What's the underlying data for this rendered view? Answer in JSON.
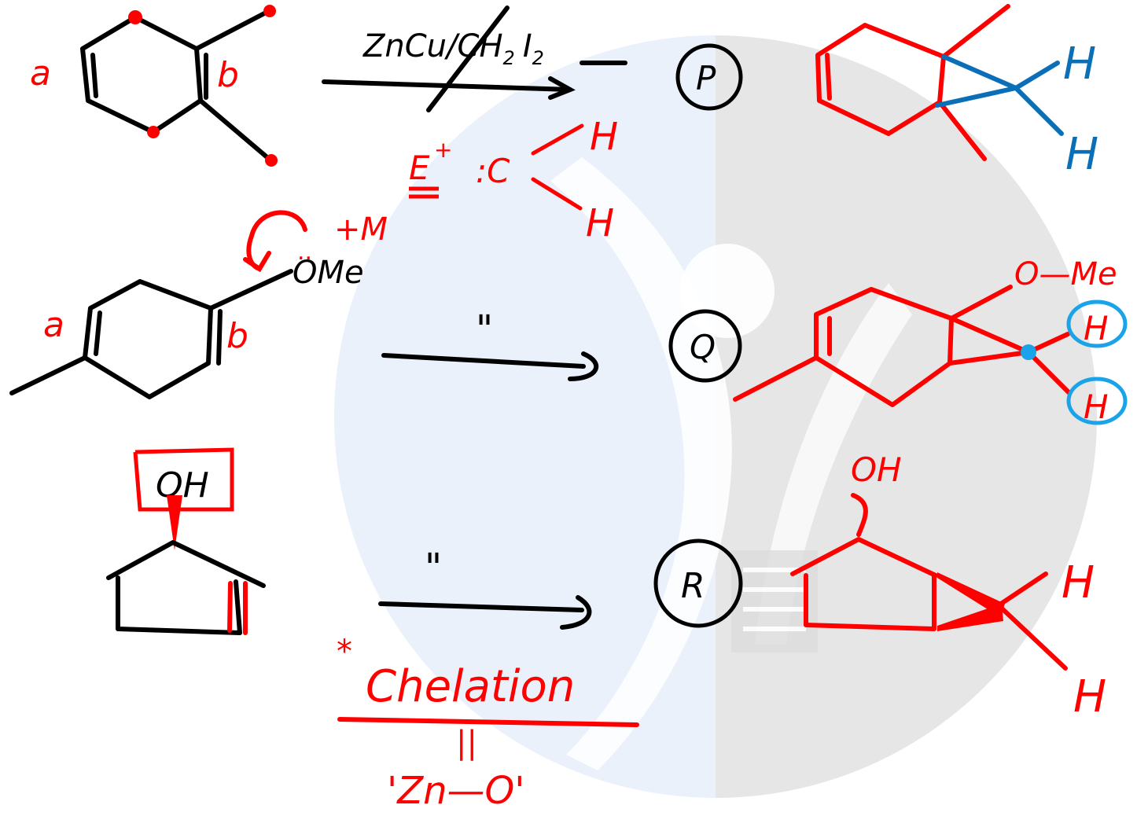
{
  "colors": {
    "ink_black": "#000000",
    "ink_red": "#ff0000",
    "ink_blue": "#0b6fb8",
    "ink_cyan": "#1aa3e8",
    "watermark_left": "#eaf1fb",
    "watermark_right": "#e6e6e6"
  },
  "reagent": {
    "line1": "ZnCu/CH",
    "sub": "2",
    "line2": "I",
    "sub2": "2"
  },
  "carbenoid": {
    "electrophile": "E",
    "plus": "+",
    "carbon": ":C",
    "sub_top": "H",
    "sub_bottom": "H"
  },
  "ditto_marks": [
    "\"",
    "\""
  ],
  "product_labels": [
    "P",
    "Q",
    "R"
  ],
  "ring_labels": {
    "a1": "a",
    "b1": "b",
    "a2": "a",
    "b2": "b"
  },
  "substituents": {
    "ome": "OMe",
    "lone_pair": "..",
    "plus_m": "+M",
    "oh_boxed": "OH",
    "oh_product": "OH",
    "o_me_product": "O—Me",
    "h_p_top": "H",
    "h_p_bottom": "H",
    "h_q_top": "H",
    "h_q_bottom": "H",
    "h_r_top": "H",
    "h_r_bottom": "H"
  },
  "note": {
    "star": "*",
    "chelation": "Chelation",
    "equals": "||",
    "zn_o": "'Zn—O'"
  },
  "icons": [
    "curved-arrow-icon",
    "reaction-arrow-icon"
  ]
}
